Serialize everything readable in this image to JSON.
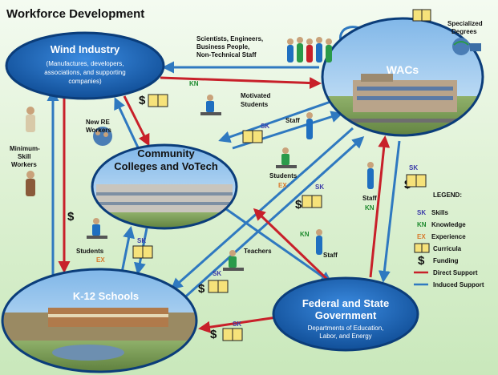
{
  "title": "Workforce Development",
  "colors": {
    "direct": "#c8202a",
    "induced": "#2f79c0",
    "node_fill": "#1f6fc0",
    "node_stroke": "#0b3d7a",
    "skills": "#3a3aa8",
    "knowledge": "#1e8a2e",
    "experience": "#d8782a"
  },
  "nodes": {
    "wind": {
      "title": "Wind Industry",
      "subtitle_lines": [
        "(Manufactures, developers,",
        "associations, and supporting",
        "companies)"
      ]
    },
    "wacs": {
      "title": "WACs"
    },
    "cc": {
      "title_lines": [
        "Community",
        "Colleges and VoTech"
      ]
    },
    "k12": {
      "title": "K-12 Schools"
    },
    "gov": {
      "title_lines": [
        "Federal and State",
        "Government"
      ],
      "subtitle_lines": [
        "Departments of Education,",
        "Labor, and Energy"
      ]
    }
  },
  "labels": {
    "scientists": [
      "Scientists, Engineers,",
      "Business People,",
      "Non-Technical Staff"
    ],
    "specialized": [
      "Specialized",
      "Degrees"
    ],
    "motivated": [
      "Motivated",
      "Students"
    ],
    "new_re": [
      "New RE",
      "Workers"
    ],
    "min_skill": [
      "Minimum-",
      "Skill",
      "Workers"
    ],
    "staff": "Staff",
    "students": "Students",
    "teachers": "Teachers"
  },
  "tags": {
    "kn": "KN",
    "sk": "SK",
    "ex": "EX",
    "dollar": "$"
  },
  "legend": {
    "title": "LEGEND:",
    "items": [
      {
        "code": "SK",
        "label": "Skills",
        "color": "#3a3aa8"
      },
      {
        "code": "KN",
        "label": "Knowledge",
        "color": "#1e8a2e"
      },
      {
        "code": "EX",
        "label": "Experience",
        "color": "#d8782a"
      }
    ],
    "curricula": "Curricula",
    "funding": "Funding",
    "direct": "Direct Support",
    "induced": "Induced Support"
  }
}
